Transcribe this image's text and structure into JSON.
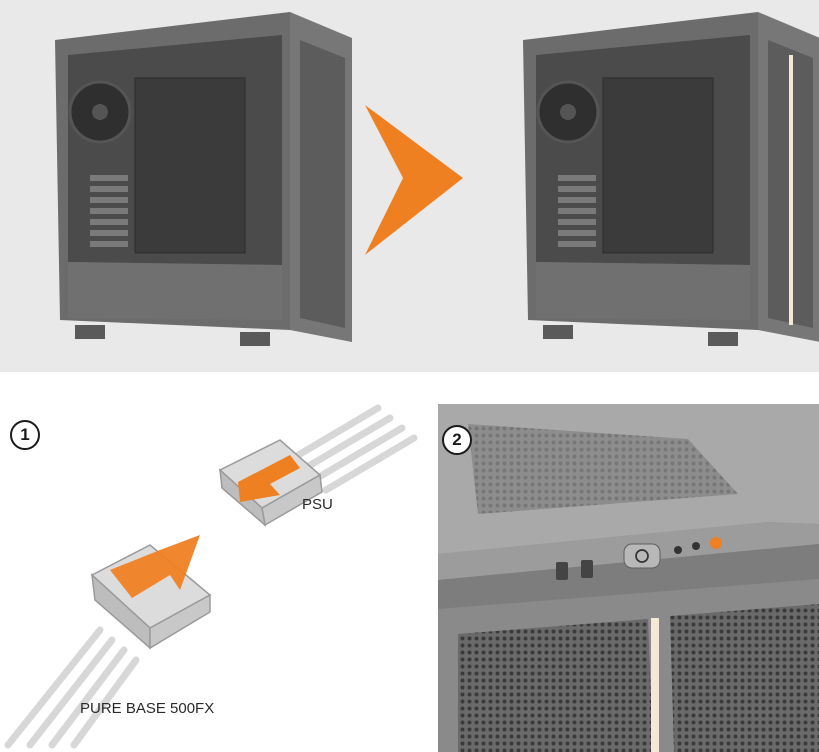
{
  "colors": {
    "accent": "#ef8022",
    "case_body": "#6f6f6f",
    "panel_background": "#e9e9e9",
    "led_strip": "#f6e8d6"
  },
  "steps": [
    {
      "number": "1"
    },
    {
      "number": "2"
    }
  ],
  "connector": {
    "psu_label": "PSU",
    "case_label": "PURE BASE 500FX"
  },
  "icons": [
    "arrow-right-icon",
    "power-icon"
  ]
}
